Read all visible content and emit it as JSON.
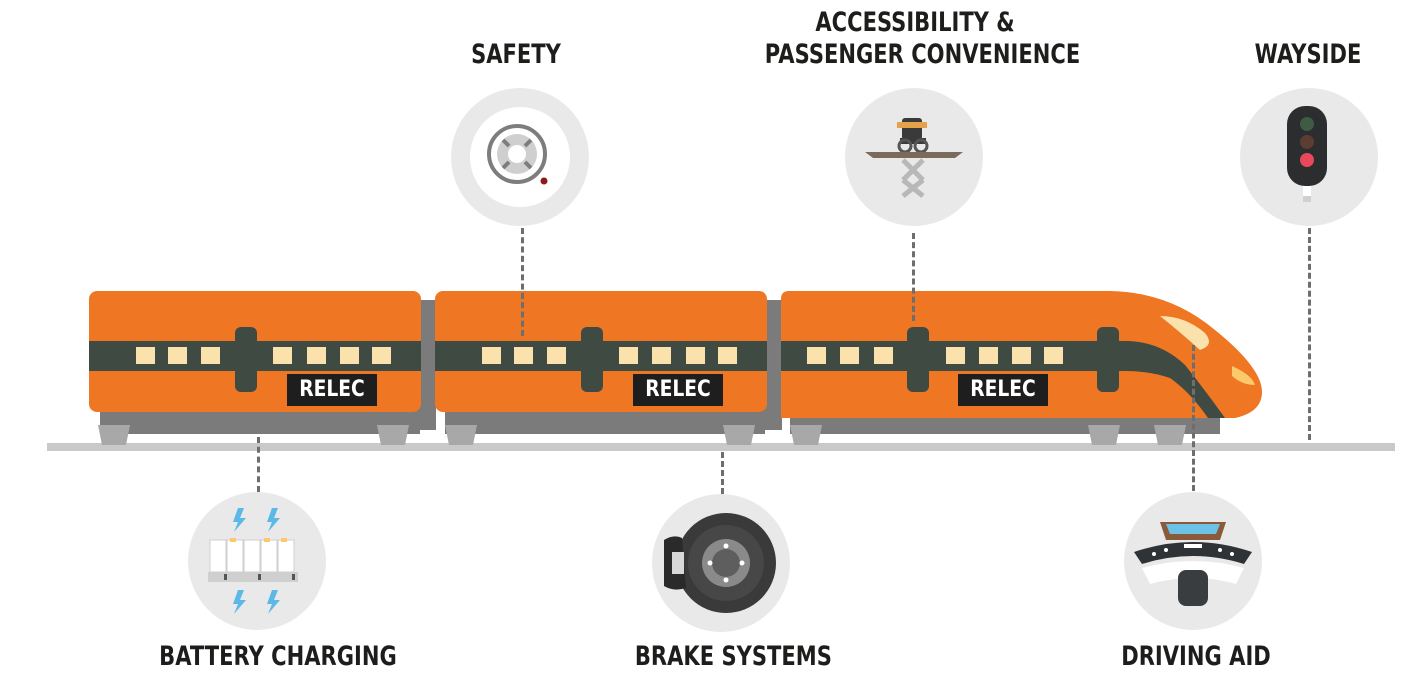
{
  "brand": "RELEC",
  "colors": {
    "train_orange": "#ef7622",
    "train_band": "#3f4a43",
    "window": "#fbe2ad",
    "wheel_grey": "#9a9a9a",
    "track": "#c9c9c9",
    "circle_bg": "#e9e9e9",
    "text": "#1d1d1b"
  },
  "features": {
    "safety": {
      "label": "SAFETY",
      "icon": "smoke-detector-icon"
    },
    "accessibility": {
      "label_line1": "ACCESSIBILITY &",
      "label_line2": "PASSENGER CONVENIENCE",
      "icon": "wheelchair-lift-icon"
    },
    "wayside": {
      "label": "WAYSIDE",
      "icon": "traffic-signal-icon"
    },
    "battery": {
      "label": "BATTERY CHARGING",
      "icon": "battery-charger-icon"
    },
    "brakes": {
      "label": "BRAKE SYSTEMS",
      "icon": "brake-disc-icon"
    },
    "driving": {
      "label": "DRIVING AID",
      "icon": "driver-console-icon"
    }
  }
}
